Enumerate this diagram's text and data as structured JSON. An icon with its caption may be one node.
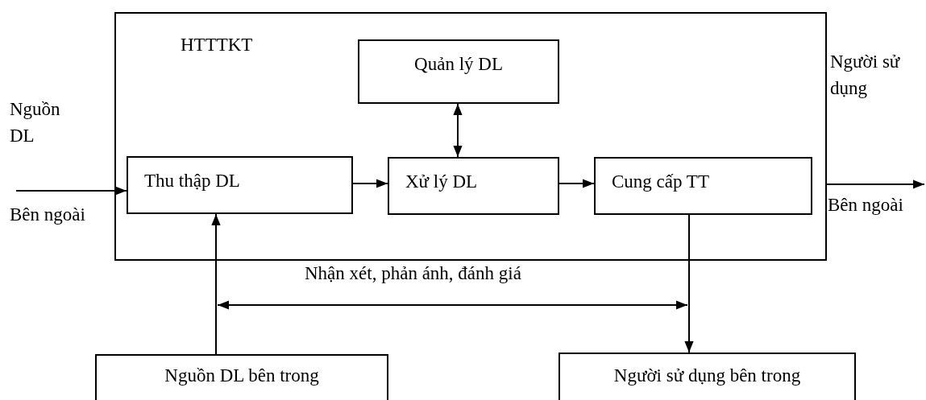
{
  "diagram": {
    "nodes": [
      {
        "text": [
          "HTTTKT"
        ]
      },
      {
        "text": [
          "Quản lý DL"
        ],
        "in": 0
      },
      {
        "text": [
          "Thu thập DL"
        ],
        "in": 0
      },
      {
        "text": [
          "Xử lý DL"
        ],
        "in": 0
      },
      {
        "text": [
          "Cung cấp TT"
        ],
        "in": 0
      },
      {
        "text": [
          "Nguồn DL bên trong"
        ]
      },
      {
        "text": [
          "Người sử dụng bên trong"
        ]
      }
    ],
    "edges": [
      {
        "from": null,
        "to": 2,
        "arrow": "to"
      },
      {
        "from": 2,
        "to": 3,
        "arrow": "to"
      },
      {
        "from": 3,
        "to": 4,
        "arrow": "to"
      },
      {
        "from": 1,
        "to": 3,
        "arrow": "both"
      },
      {
        "from": 0,
        "to": null,
        "arrow": "to"
      },
      {
        "from": 5,
        "to": 2,
        "arrow": "to"
      },
      {
        "from": 4,
        "to": 6,
        "arrow": "to"
      }
    ],
    "labels": [
      "Nguồn DL",
      "Bên ngoài",
      "Người sử dụng",
      "Bên ngoài",
      "Nhận xét, phản ánh, đánh giá"
    ]
  }
}
